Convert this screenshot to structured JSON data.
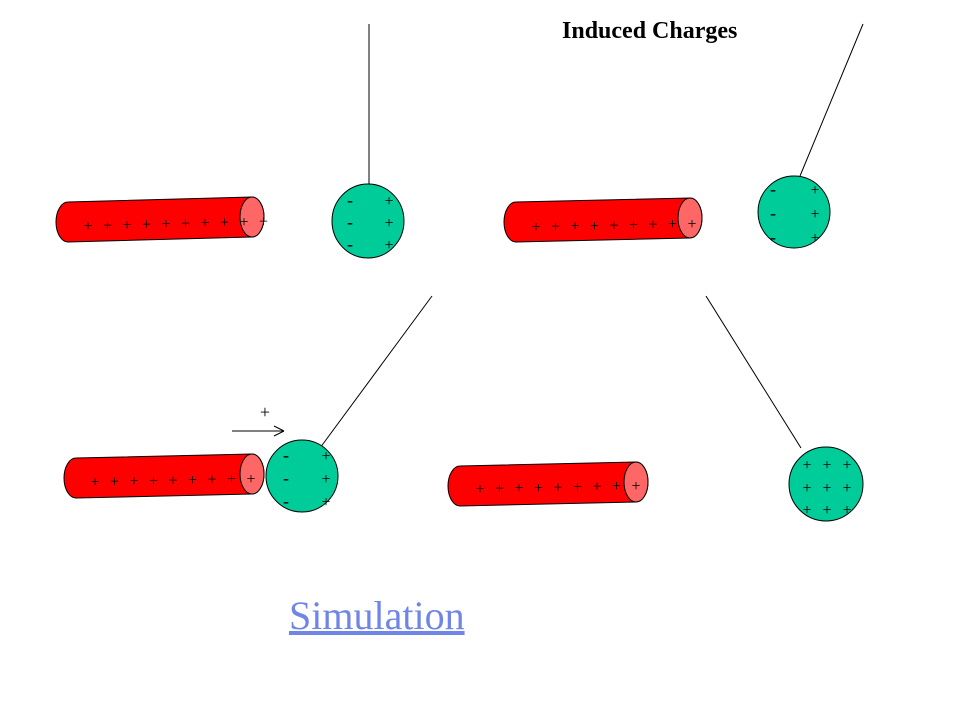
{
  "title": "Induced Charges",
  "simulation_link": "Simulation",
  "arrow_label": "+",
  "colors": {
    "rod": "#ff0000",
    "rod_end": "#ff6666",
    "sphere": "#00cc99",
    "line": "#000000",
    "link": "#6f86e8"
  },
  "panels": [
    {
      "id": "panel-1",
      "rod_charges": [
        "+",
        "+",
        "+",
        "+",
        "+",
        "+",
        "+",
        "+",
        "+",
        "+"
      ],
      "sphere_left": [
        "-",
        "-",
        "-"
      ],
      "sphere_right": [
        "+",
        "+",
        "+"
      ]
    },
    {
      "id": "panel-2",
      "rod_charges": [
        "+",
        "+",
        "+",
        "+",
        "+",
        "+",
        "+",
        "+",
        "+"
      ],
      "sphere_left": [
        "-",
        "-",
        "-"
      ],
      "sphere_right": [
        "+",
        "+",
        "+"
      ]
    },
    {
      "id": "panel-3",
      "rod_charges": [
        "+",
        "+",
        "+",
        "+",
        "+",
        "+",
        "+",
        "+",
        "+"
      ],
      "sphere_left": [
        "-",
        "-",
        "-"
      ],
      "sphere_right": [
        "+",
        "+",
        "+"
      ]
    },
    {
      "id": "panel-4",
      "rod_charges": [
        "+",
        "+",
        "+",
        "+",
        "+",
        "+",
        "+",
        "+",
        "+"
      ],
      "sphere_grid": [
        [
          "+",
          "+",
          "+"
        ],
        [
          "+",
          "+",
          "+"
        ],
        [
          "+",
          "+",
          "+"
        ]
      ]
    }
  ]
}
